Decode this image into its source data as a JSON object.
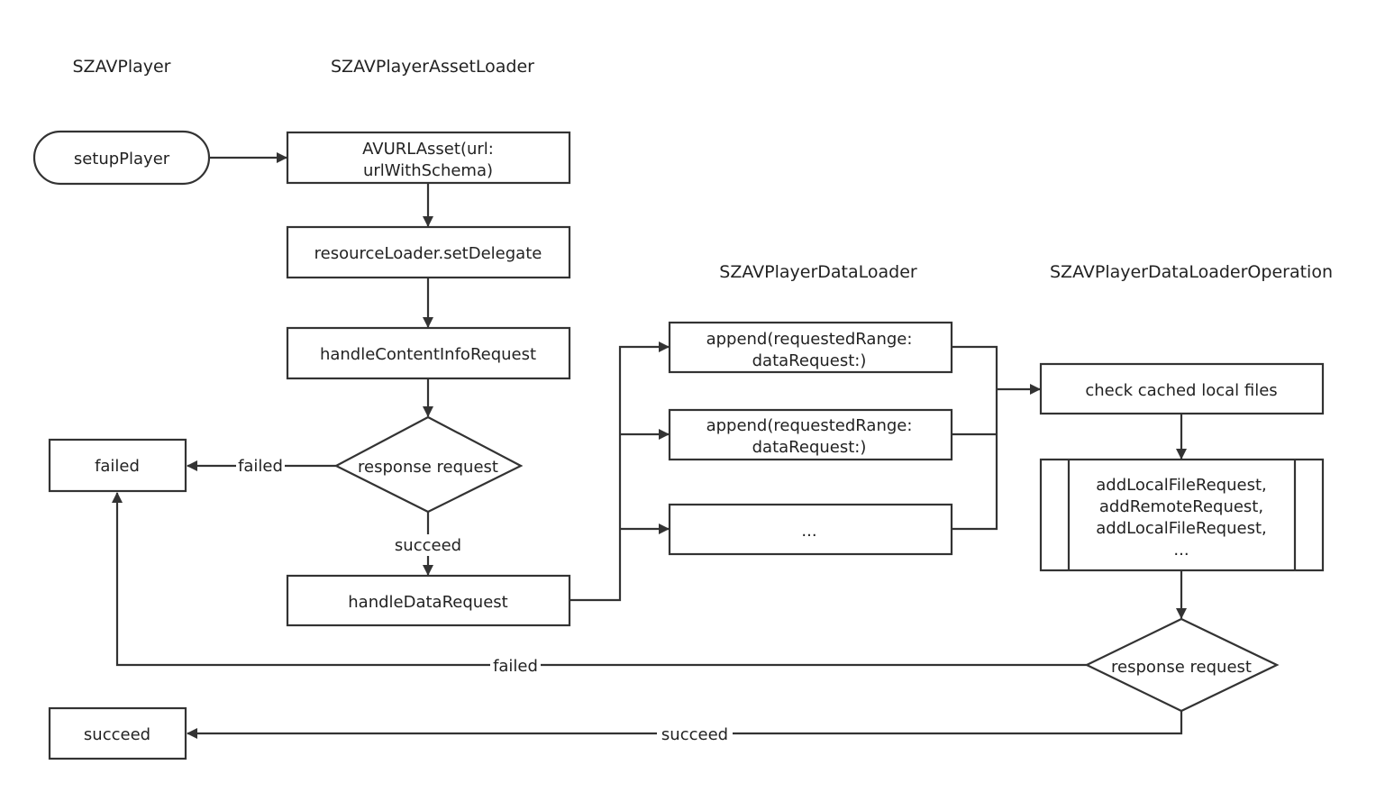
{
  "columns": {
    "player": "SZAVPlayer",
    "asset_loader": "SZAVPlayerAssetLoader",
    "data_loader": "SZAVPlayerDataLoader",
    "operation": "SZAVPlayerDataLoaderOperation"
  },
  "nodes": {
    "setup_player": "setupPlayer",
    "avurlasset_line1": "AVURLAsset(url:",
    "avurlasset_line2": "urlWithSchema)",
    "set_delegate": "resourceLoader.setDelegate",
    "content_info": "handleContentInfoRequest",
    "response_request_1": "response request",
    "failed": "failed",
    "data_request": "handleDataRequest",
    "append1_line1": "append(requestedRange:",
    "append1_line2": "dataRequest:)",
    "append2_line1": "append(requestedRange:",
    "append2_line2": "dataRequest:)",
    "append_more": "...",
    "check_cached": "check cached local files",
    "sub_line1": "addLocalFileRequest,",
    "sub_line2": "addRemoteRequest,",
    "sub_line3": "addLocalFileRequest,",
    "sub_line4": "...",
    "response_request_2": "response request",
    "succeed": "succeed"
  },
  "edge_labels": {
    "failed_1": "failed",
    "succeed_1": "succeed",
    "failed_2": "failed",
    "succeed_2": "succeed"
  },
  "colors": {
    "stroke": "#333333",
    "text": "#222222",
    "background": "#ffffff"
  }
}
